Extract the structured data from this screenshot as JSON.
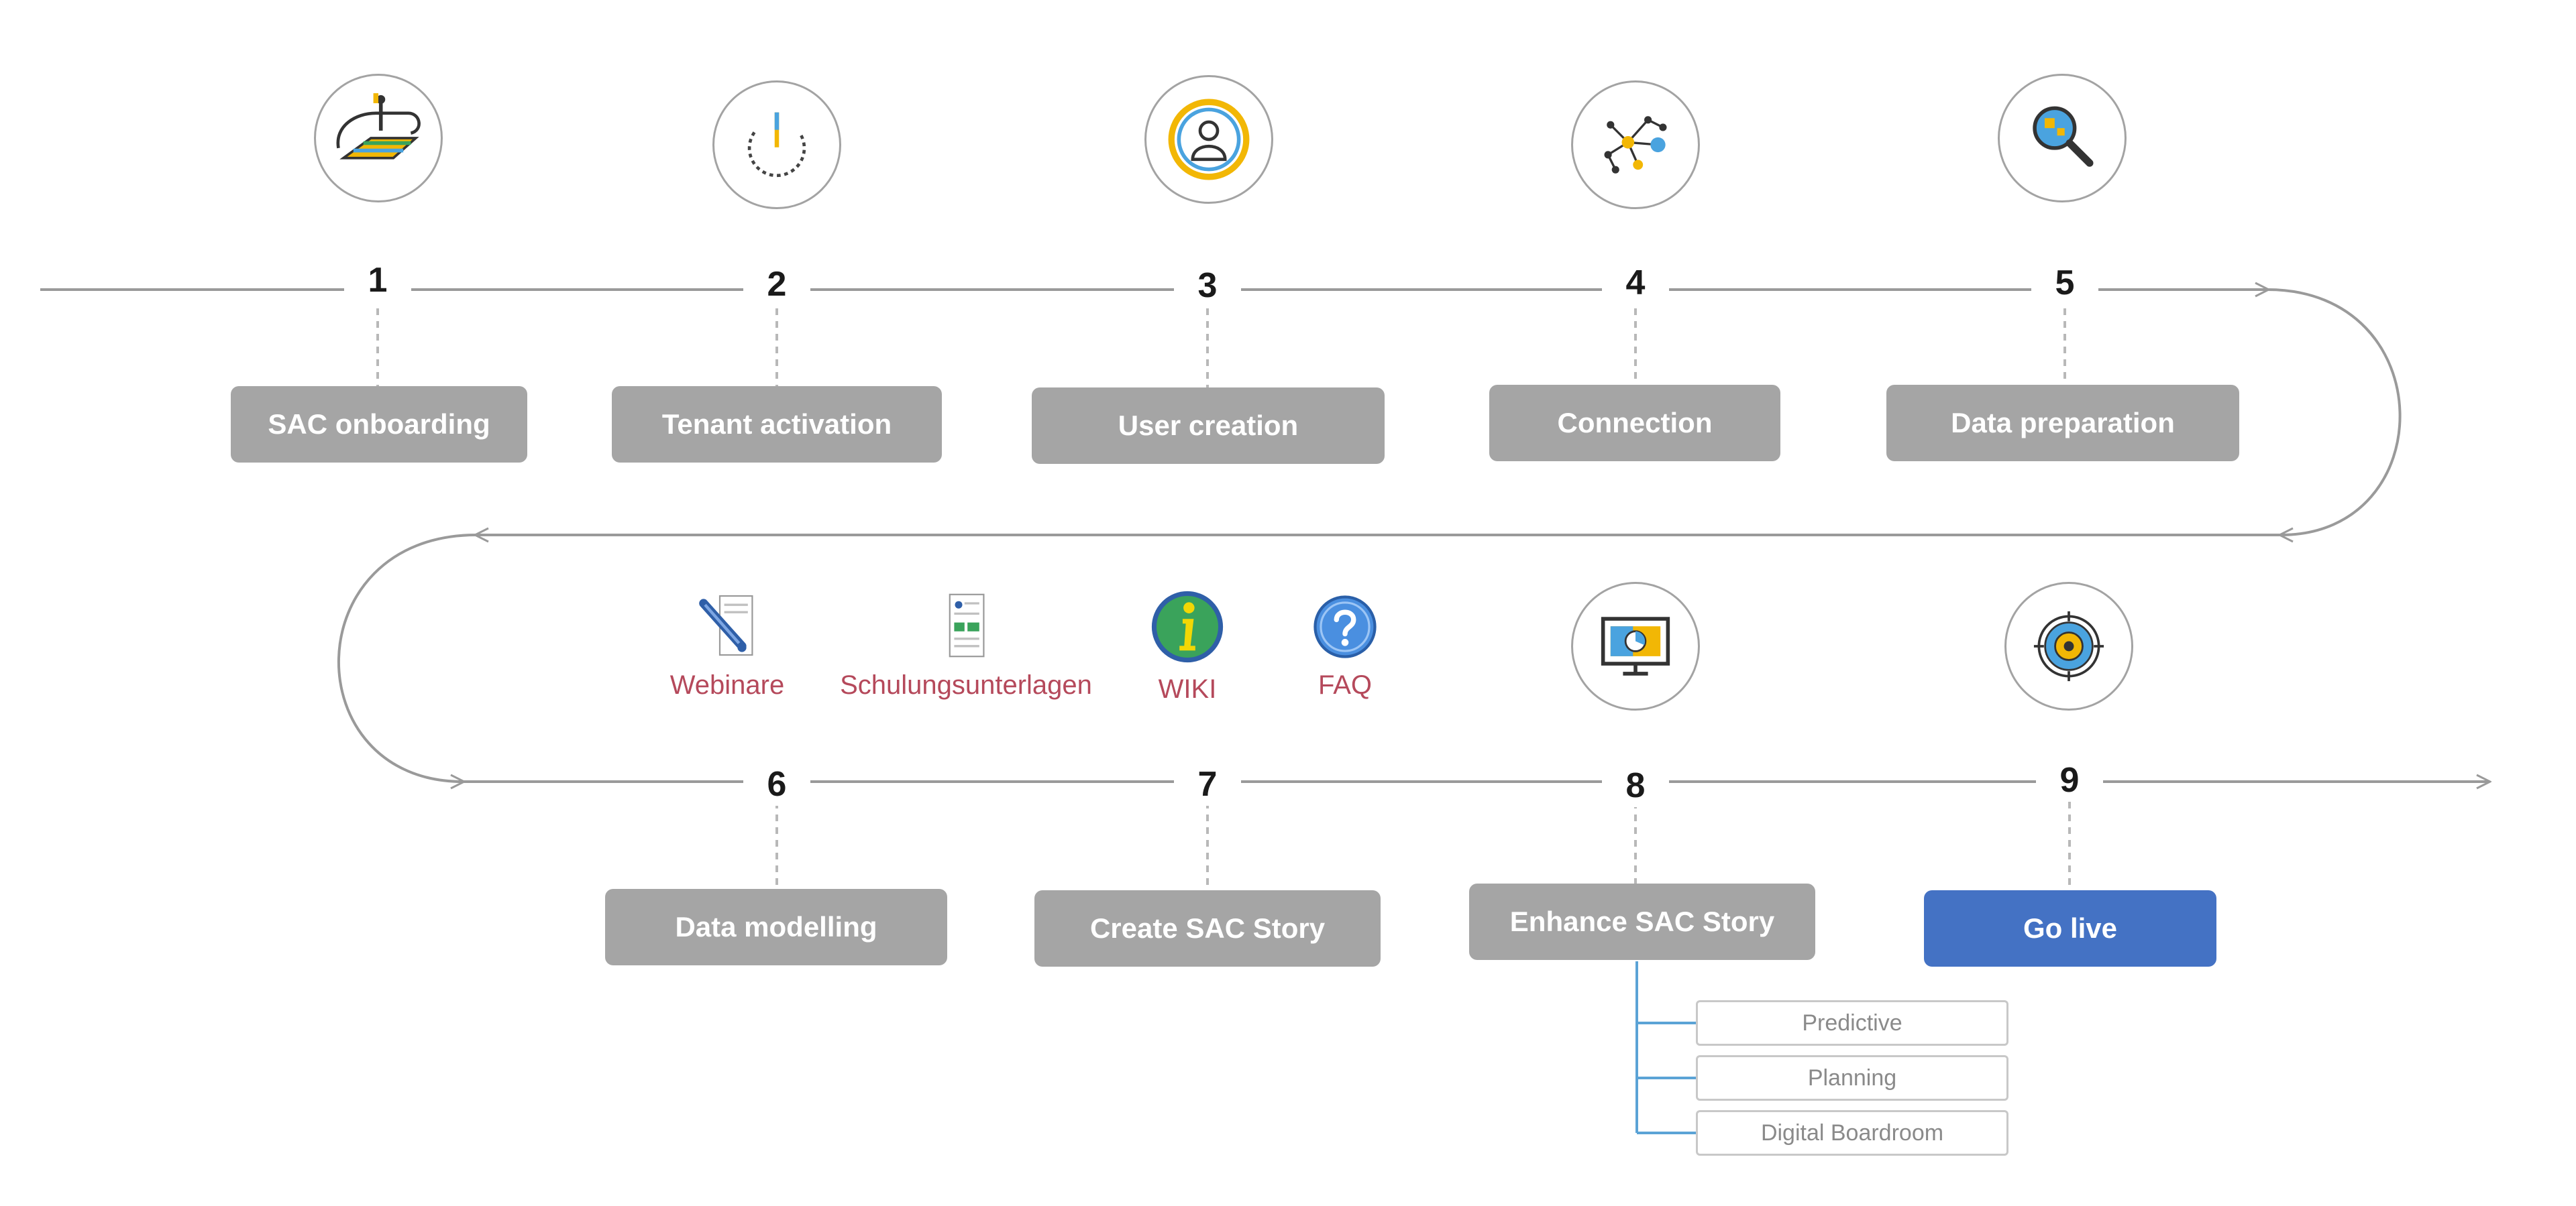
{
  "steps": [
    {
      "number": "1",
      "label": "SAC onboarding"
    },
    {
      "number": "2",
      "label": "Tenant activation"
    },
    {
      "number": "3",
      "label": "User creation"
    },
    {
      "number": "4",
      "label": "Connection"
    },
    {
      "number": "5",
      "label": "Data preparation"
    },
    {
      "number": "6",
      "label": "Data modelling"
    },
    {
      "number": "7",
      "label": "Create SAC Story"
    },
    {
      "number": "8",
      "label": "Enhance SAC Story"
    },
    {
      "number": "9",
      "label": "Go live"
    }
  ],
  "resources": [
    {
      "label": "Webinare",
      "icon": "webinar-icon"
    },
    {
      "label": "Schulungsunterlagen",
      "icon": "training-document-icon"
    },
    {
      "label": "WIKI",
      "icon": "wiki-info-icon"
    },
    {
      "label": "FAQ",
      "icon": "faq-question-icon"
    }
  ],
  "enhancements": [
    "Predictive",
    "Planning",
    "Digital Boardroom"
  ],
  "colors": {
    "box_gray": "#a5a5a5",
    "go_live_blue": "#4472c4",
    "resource_label": "#b5495b",
    "branch_line": "#5ba3d6"
  }
}
